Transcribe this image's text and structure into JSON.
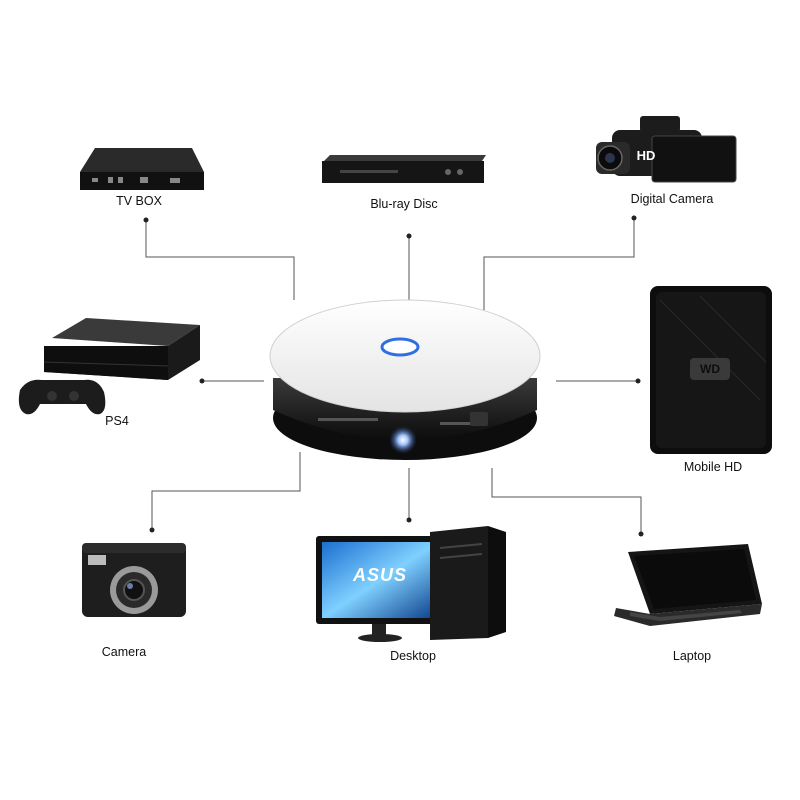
{
  "devices": {
    "tv_box": {
      "label": "TV BOX"
    },
    "bluray": {
      "label": "Blu-ray Disc"
    },
    "digital_camera": {
      "label": "Digital Camera",
      "badge": "HD"
    },
    "ps4": {
      "label": "PS4"
    },
    "mobile_hd": {
      "label": "Mobile HD",
      "badge": "WD"
    },
    "camera": {
      "label": "Camera"
    },
    "desktop": {
      "label": "Desktop",
      "brand": "ASUS"
    },
    "laptop": {
      "label": "Laptop"
    }
  },
  "colors": {
    "line": "#555555",
    "accent_ring": "#2f6fe0",
    "projector_top": "#ffffff",
    "projector_band": "#141414",
    "device_dark": "#1c1c1c"
  }
}
